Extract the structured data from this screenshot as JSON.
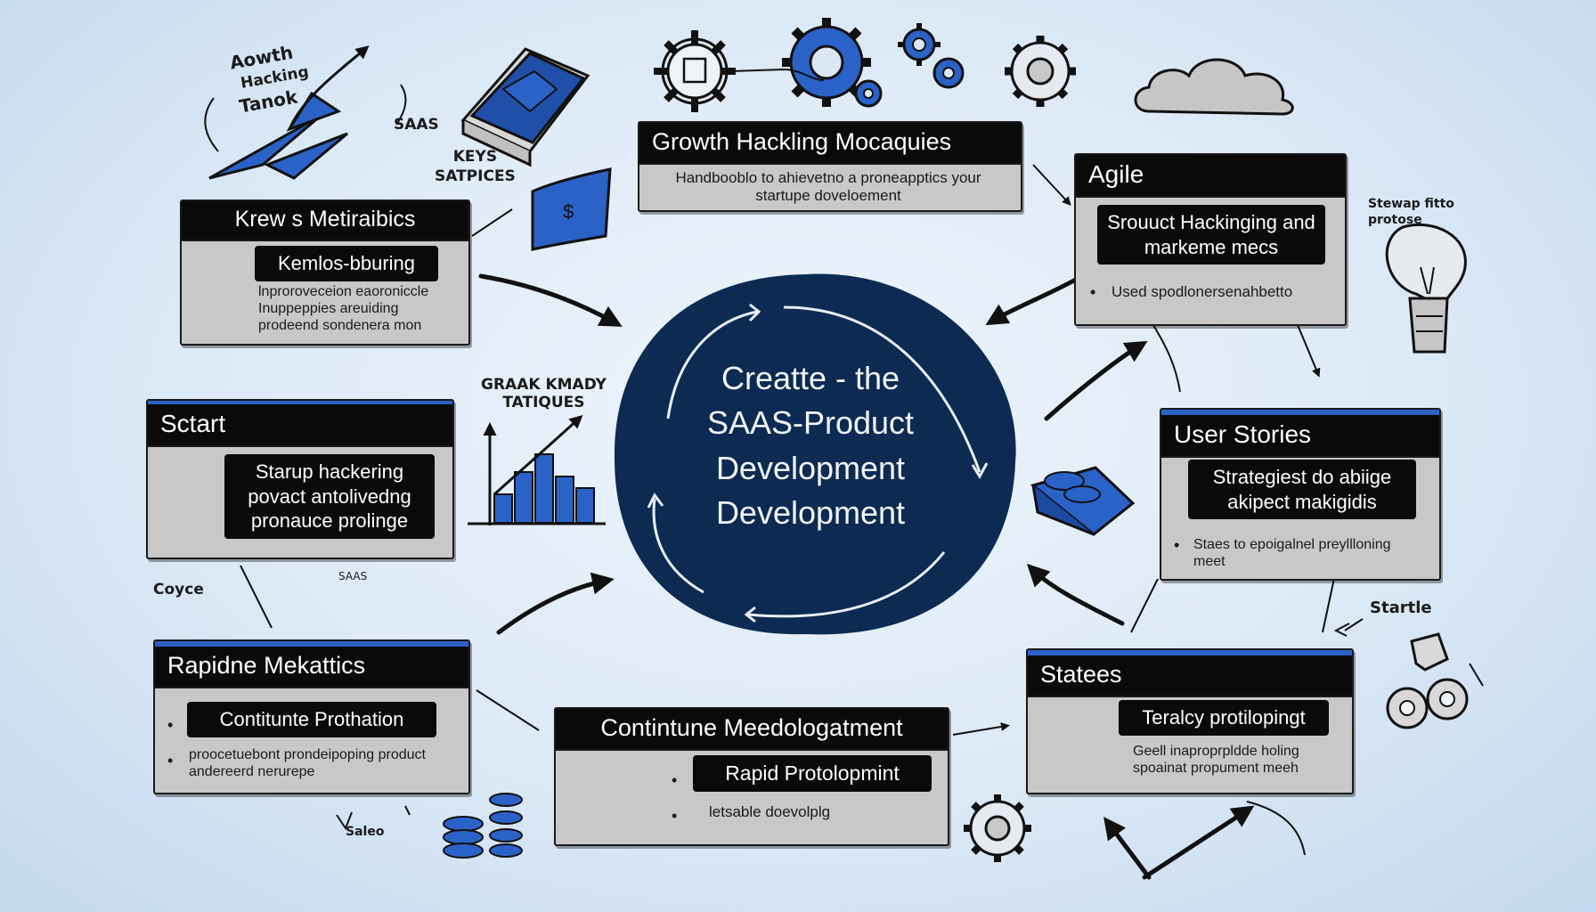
{
  "center": {
    "line1": "Creatte - the",
    "line2": "SAAS-Product",
    "line3": "Development",
    "line4": "Development"
  },
  "cards": {
    "growth": {
      "title": "Growth Hackling Mocaquies",
      "body": "Handbooblo to ahievetno a proneapptics your startupe doveloement"
    },
    "metrics": {
      "title": "Krew s Metiraibics",
      "pill": "Kemlos-bburing",
      "body": "lnproroveceion eaoroniccle Inuppeppies areuiding prodeend sondenera mon"
    },
    "agile": {
      "title": "Agile",
      "pill": "Srouuct Hackinging and markeme mecs",
      "body": "Used spodlonersenahbetto"
    },
    "start": {
      "title": "Sctart",
      "pill": "Starup hackering povact antolivedng pronauce prolinge"
    },
    "user_stories": {
      "title": "User Stories",
      "pill": "Strategiest do abiige akipect makigidis",
      "body": "Staes to epoigalnel preyllloning meet"
    },
    "rapid": {
      "title": "Rapidne  Mekattics",
      "pill": "Contitunte Prothation",
      "body": "proocetuebont prondeipoping product andereerd nerurepe"
    },
    "continue": {
      "title": "Contintune Meedologatment",
      "pill": "Rapid Protolopmint",
      "body": "letsable doevolplg"
    },
    "states": {
      "title": "Statees",
      "pill": "Teralcy protilopingt",
      "body": "Geell inaproprpldde holing spoainat propument meeh"
    }
  },
  "labels": {
    "growth_hacking_tank": [
      "Aowth",
      "Hacking",
      "Tanok"
    ],
    "saas_top": "SAAS",
    "keys_statics": [
      "KEYS",
      "SATPICES"
    ],
    "chart_label": [
      "GRAAK KMADY",
      "TATIQUES"
    ],
    "stewap_fitto": [
      "Stewap fitto",
      "protose"
    ],
    "coyce": "Coyce",
    "saas_small": "SAAS",
    "startle": "Startle",
    "sales": "Saleo"
  },
  "colors": {
    "accent_blue": "#2a62c8",
    "dark_navy": "#0d2b52",
    "card_gray": "#c8c8c8"
  }
}
